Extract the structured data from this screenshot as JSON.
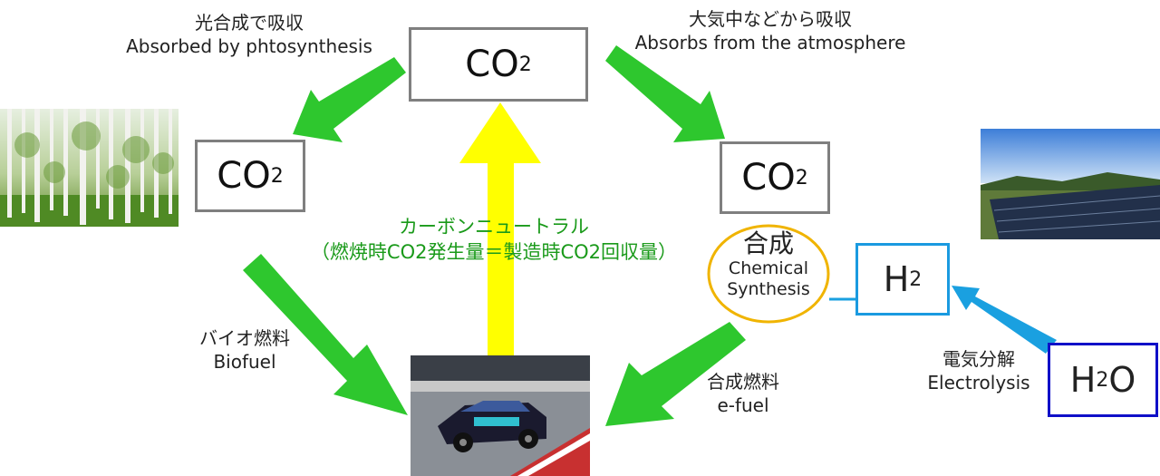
{
  "co2_main": {
    "text": "CO",
    "sub": "2"
  },
  "co2_left": {
    "text": "CO",
    "sub": "2"
  },
  "co2_right": {
    "text": "CO",
    "sub": "2"
  },
  "h2_box": {
    "text": "H",
    "sub": "2"
  },
  "h2o_box": {
    "text": "H",
    "sub": "2",
    "tail": "O"
  },
  "labels": {
    "photosynthesis_jp": "光合成で吸収",
    "photosynthesis_en": "Absorbed by phtosynthesis",
    "atmosphere_jp": "大気中などから吸収",
    "atmosphere_en": "Absorbs from the atmosphere",
    "carbon_neutral_jp": "カーボンニュートラル",
    "carbon_neutral_detail": "（燃焼時CO2発生量＝製造時CO2回収量）",
    "biofuel_jp": "バイオ燃料",
    "biofuel_en": "Biofuel",
    "efuel_jp": "合成燃料",
    "efuel_en": "e-fuel",
    "synthesis_jp": "合成",
    "synthesis_en_1": "Chemical",
    "synthesis_en_2": "Synthesis",
    "electrolysis_jp": "電気分解",
    "electrolysis_en": "Electrolysis"
  },
  "colors": {
    "green_arrow": "#2ec72e",
    "yellow_arrow": "#ffff00",
    "blue_arrow": "#1aa0e0",
    "co2_border": "#7f7f7f",
    "h2_border": "#1a9ae0",
    "h2o_border": "#1010c8",
    "synthesis_border": "#f0b400",
    "carbon_neutral_text": "#1a9a1a"
  },
  "images": {
    "forest": "forest-photo",
    "race_car": "race-car-photo",
    "solar": "solar-panel-photo"
  }
}
